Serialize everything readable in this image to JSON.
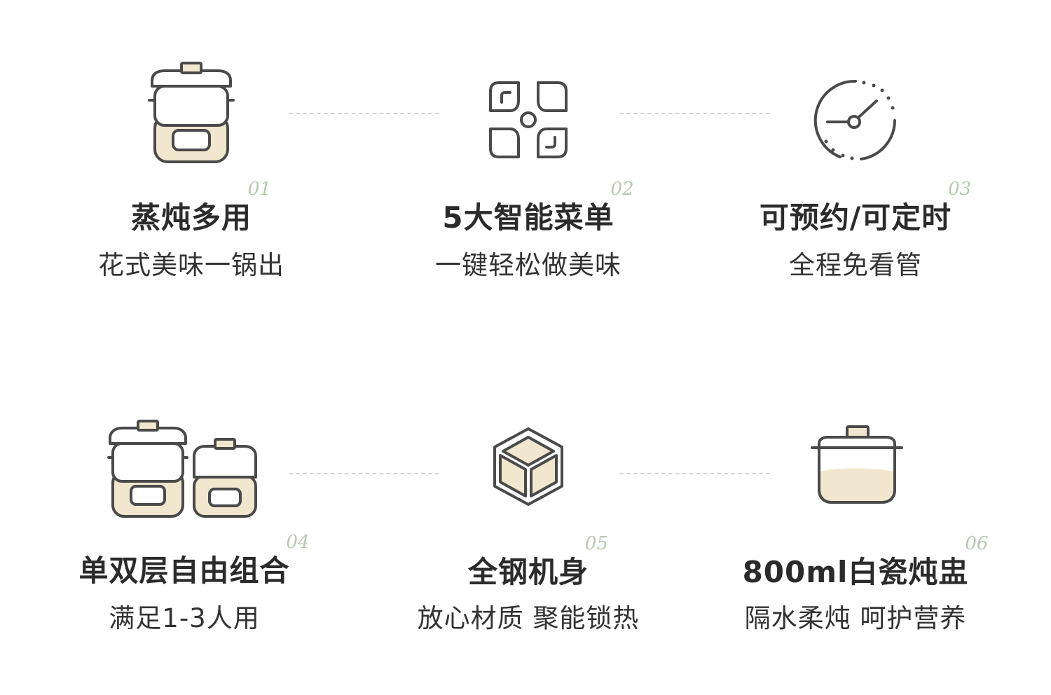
{
  "palette": {
    "stroke": "#4a4a4a",
    "fill": "#f1e7cf",
    "number": "#b7c8b0",
    "dash": "#d6d6d6"
  },
  "features": [
    {
      "icon": "steamer-double-icon",
      "title": "蒸炖多用",
      "number": "01",
      "subtitle": "花式美味一锅出"
    },
    {
      "icon": "smart-menu-icon",
      "title": "5大智能菜单",
      "number": "02",
      "subtitle": "一键轻松做美味"
    },
    {
      "icon": "timer-dial-icon",
      "title": "可预约/可定时",
      "number": "03",
      "subtitle": "全程免看管"
    },
    {
      "icon": "combo-steamer-icon",
      "title": "单双层自由组合",
      "number": "04",
      "subtitle": "满足1-3人用"
    },
    {
      "icon": "steel-cube-icon",
      "title": "全钢机身",
      "number": "05",
      "subtitle": "放心材质 聚能锁热"
    },
    {
      "icon": "ceramic-pot-icon",
      "title": "800ml白瓷炖盅",
      "number": "06",
      "subtitle": "隔水柔炖 呵护营养"
    }
  ]
}
